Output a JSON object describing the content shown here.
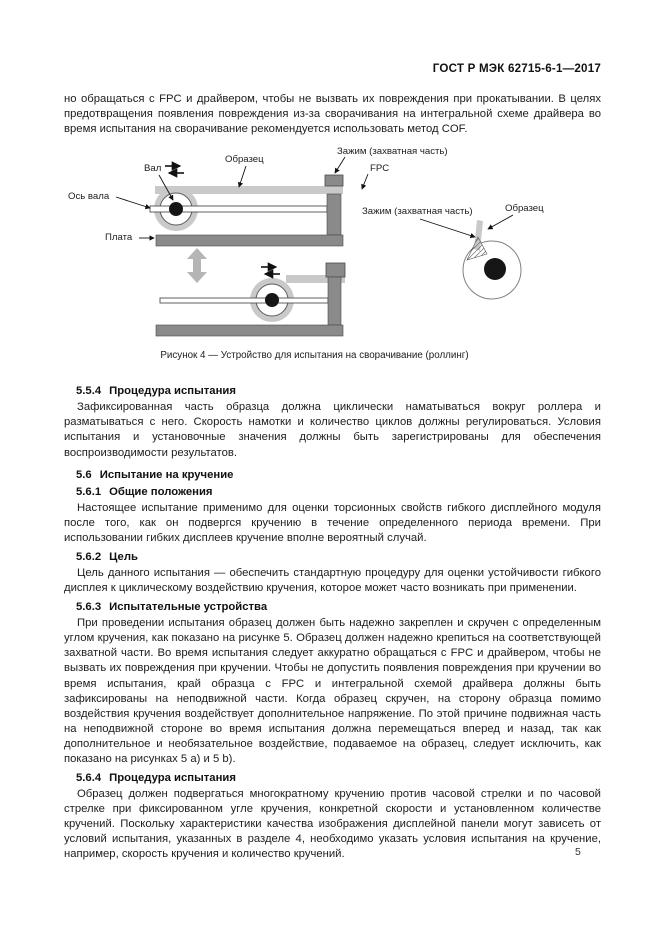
{
  "page": {
    "header": "ГОСТ Р МЭК 62715-6-1—2017",
    "page_number": "5"
  },
  "intro_paragraph": "но обращаться с FPC и драйвером, чтобы не вызвать их повреждения при прокатывании. В целях предотвращения появления повреждения из-за сворачивания на интегральной схеме драйвера во время испытания на сворачивание рекомендуется использовать метод COF.",
  "figure": {
    "caption": "Рисунок 4 — Устройство для испытания на сворачивание (роллинг)",
    "labels": {
      "val": "Вал",
      "sample_top": "Образец",
      "clamp_top": "Зажим (захватная часть)",
      "fpc": "FPC",
      "shaft_axis": "Ось вала",
      "plate": "Плата",
      "clamp_side": "Зажим (захватная часть)",
      "sample_side": "Образец"
    },
    "colors": {
      "sample_gray": "#c9c9c9",
      "metal_gray": "#8a8a8a",
      "hub_black": "#161616",
      "arrow_gray": "#b5b5b5"
    }
  },
  "sections": [
    {
      "num": "5.5.4",
      "title": "Процедура испытания",
      "body": "Зафиксированная часть образца должна циклически наматываться вокруг роллера и разматываться с него. Скорость намотки и количество циклов должны регулироваться. Условия испытания и установочные значения должны быть зарегистрированы для обеспечения воспроизводимости результатов."
    },
    {
      "num": "5.6",
      "title": "Испытание на кручение",
      "body": ""
    },
    {
      "num": "5.6.1",
      "title": "Общие положения",
      "body": "Настоящее испытание применимо для оценки торсионных свойств гибкого дисплейного модуля после того, как он подвергся кручению в течение определенного периода времени. При использовании гибких дисплеев кручение вполне вероятный случай."
    },
    {
      "num": "5.6.2",
      "title": "Цель",
      "body": "Цель данного испытания — обеспечить стандартную процедуру для оценки устойчивости гибкого дисплея к циклическому воздействию кручения, которое может часто возникать при применении."
    },
    {
      "num": "5.6.3",
      "title": "Испытательные устройства",
      "body": "При проведении испытания образец должен быть надежно закреплен и скручен с определенным углом кручения, как показано на рисунке 5. Образец должен надежно крепиться на соответствующей захватной части. Во время испытания следует аккуратно обращаться с FPC и драйвером, чтобы не вызвать их повреждения при кручении. Чтобы не допустить появления повреждения при кручении во время испытания, край образца с FPC и интегральной схемой драйвера должны быть зафиксированы на неподвижной части. Когда образец скручен, на сторону образца помимо воздействия кручения воздействует дополнительное напряжение. По этой причине подвижная часть на неподвижной стороне во время испытания должна перемещаться вперед и назад, так как дополнительное и необязательное воздействие, подаваемое на образец, следует исключить, как показано на рисунках 5 a) и 5 b)."
    },
    {
      "num": "5.6.4",
      "title": "Процедура испытания",
      "body": "Образец должен подвергаться многократному кручению против часовой стрелки и по часовой стрелке при фиксированном угле кручения, конкретной скорости и установленном количестве кручений. Поскольку характеристики качества изображения дисплейной панели могут зависеть от условий испытания, указанных в разделе 4, необходимо указать условия испытания на кручение, например, скорость кручения и количество кручений."
    }
  ]
}
